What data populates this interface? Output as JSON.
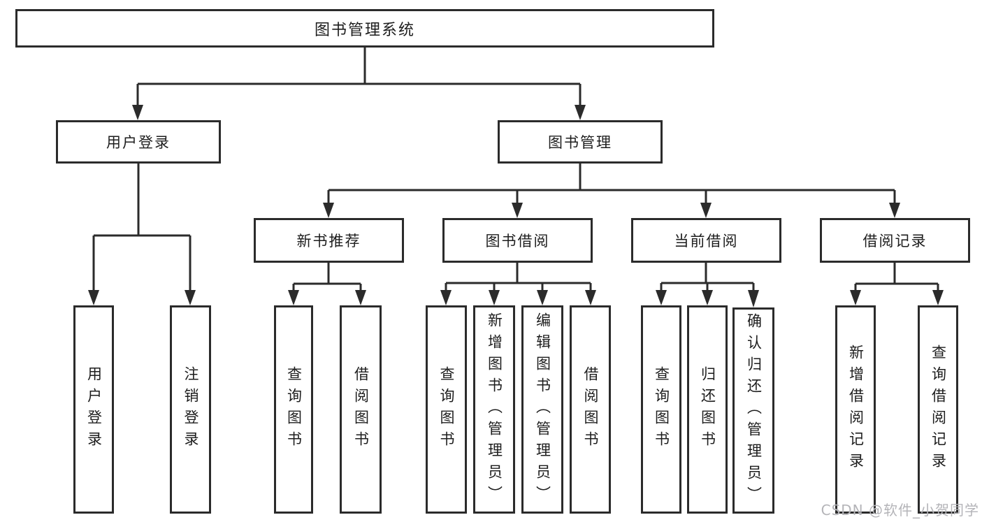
{
  "colors": {
    "background": "#ffffff",
    "box_border": "#2b2b2b",
    "connector_line": "#2b2b2b",
    "text": "#1d1d1d",
    "watermark_text": "#b4b4b8"
  },
  "watermark": {
    "text": "CSDN @软件_小贺同学"
  },
  "tree": {
    "root": {
      "label": "图书管理系统"
    },
    "branches": [
      {
        "label": "用户登录",
        "children": [
          {
            "label": "用户登录"
          },
          {
            "label": "注销登录"
          }
        ]
      },
      {
        "label": "图书管理",
        "groups": [
          {
            "label": "新书推荐",
            "children": [
              {
                "label": "查询图书"
              },
              {
                "label": "借阅图书"
              }
            ]
          },
          {
            "label": "图书借阅",
            "children": [
              {
                "label": "查询图书"
              },
              {
                "label": "新增图书（管理员）"
              },
              {
                "label": "编辑图书（管理员）"
              },
              {
                "label": "借阅图书"
              }
            ]
          },
          {
            "label": "当前借阅",
            "children": [
              {
                "label": "查询图书"
              },
              {
                "label": "归还图书"
              },
              {
                "label": "确认归还（管理员）"
              }
            ]
          },
          {
            "label": "借阅记录",
            "children": [
              {
                "label": "新增借阅记录"
              },
              {
                "label": "查询借阅记录"
              }
            ]
          }
        ]
      }
    ]
  }
}
